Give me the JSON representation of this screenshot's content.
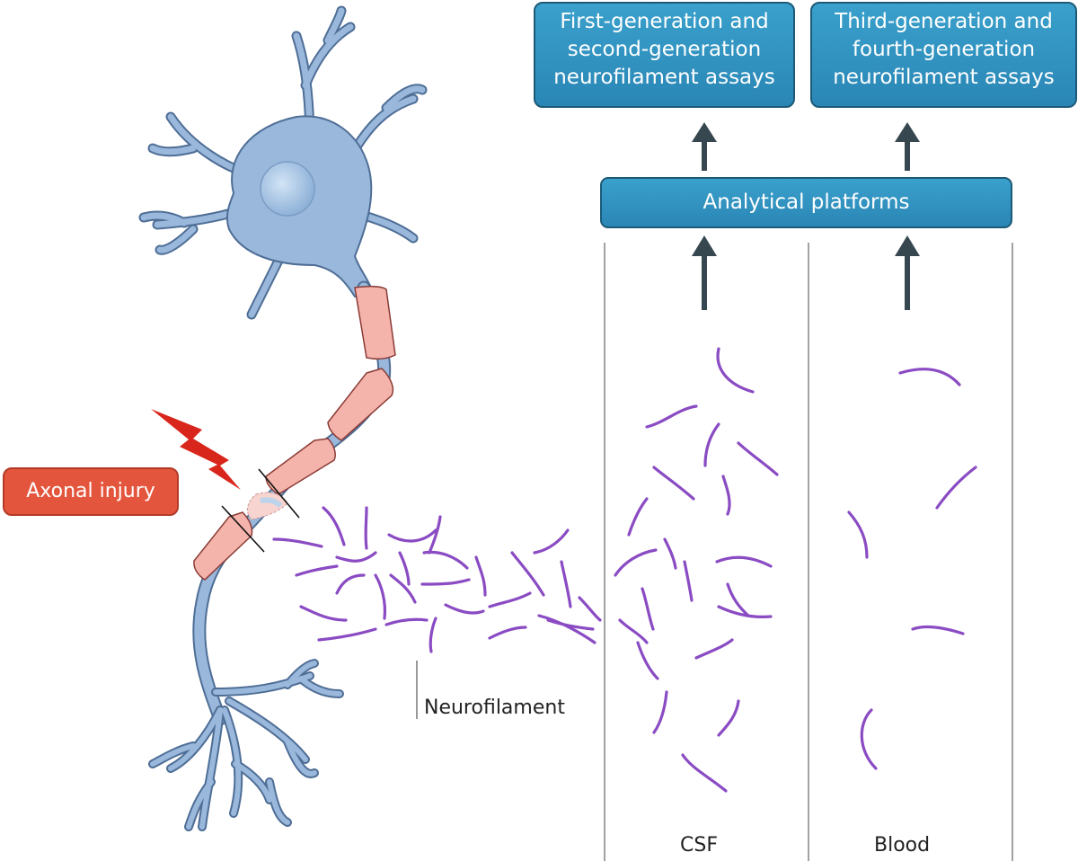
{
  "boxes": {
    "first_second": [
      "First-generation and",
      "second-generation",
      "neurofilament assays"
    ],
    "third_fourth": [
      "Third-generation and",
      "fourth-generation",
      "neurofilament assays"
    ]
  },
  "platform_label": "Analytical platforms",
  "injury_label": "Axonal injury",
  "neurofilament_label": "Neurofilament",
  "columns": {
    "csf": "CSF",
    "blood": "Blood"
  },
  "colors": {
    "neuron": "#9ab8db",
    "neuron_outline": "#4f6e96",
    "myelin": "#f4b3ab",
    "myelin_outline": "#8a3b36",
    "filament": "#8a4bc3",
    "box_fill": "#2f8fbf",
    "injury": "#e4553d",
    "lightning": "#d9261c",
    "arrow": "#37474f"
  },
  "icons": {
    "lightning": "lightning-bolt-icon"
  }
}
